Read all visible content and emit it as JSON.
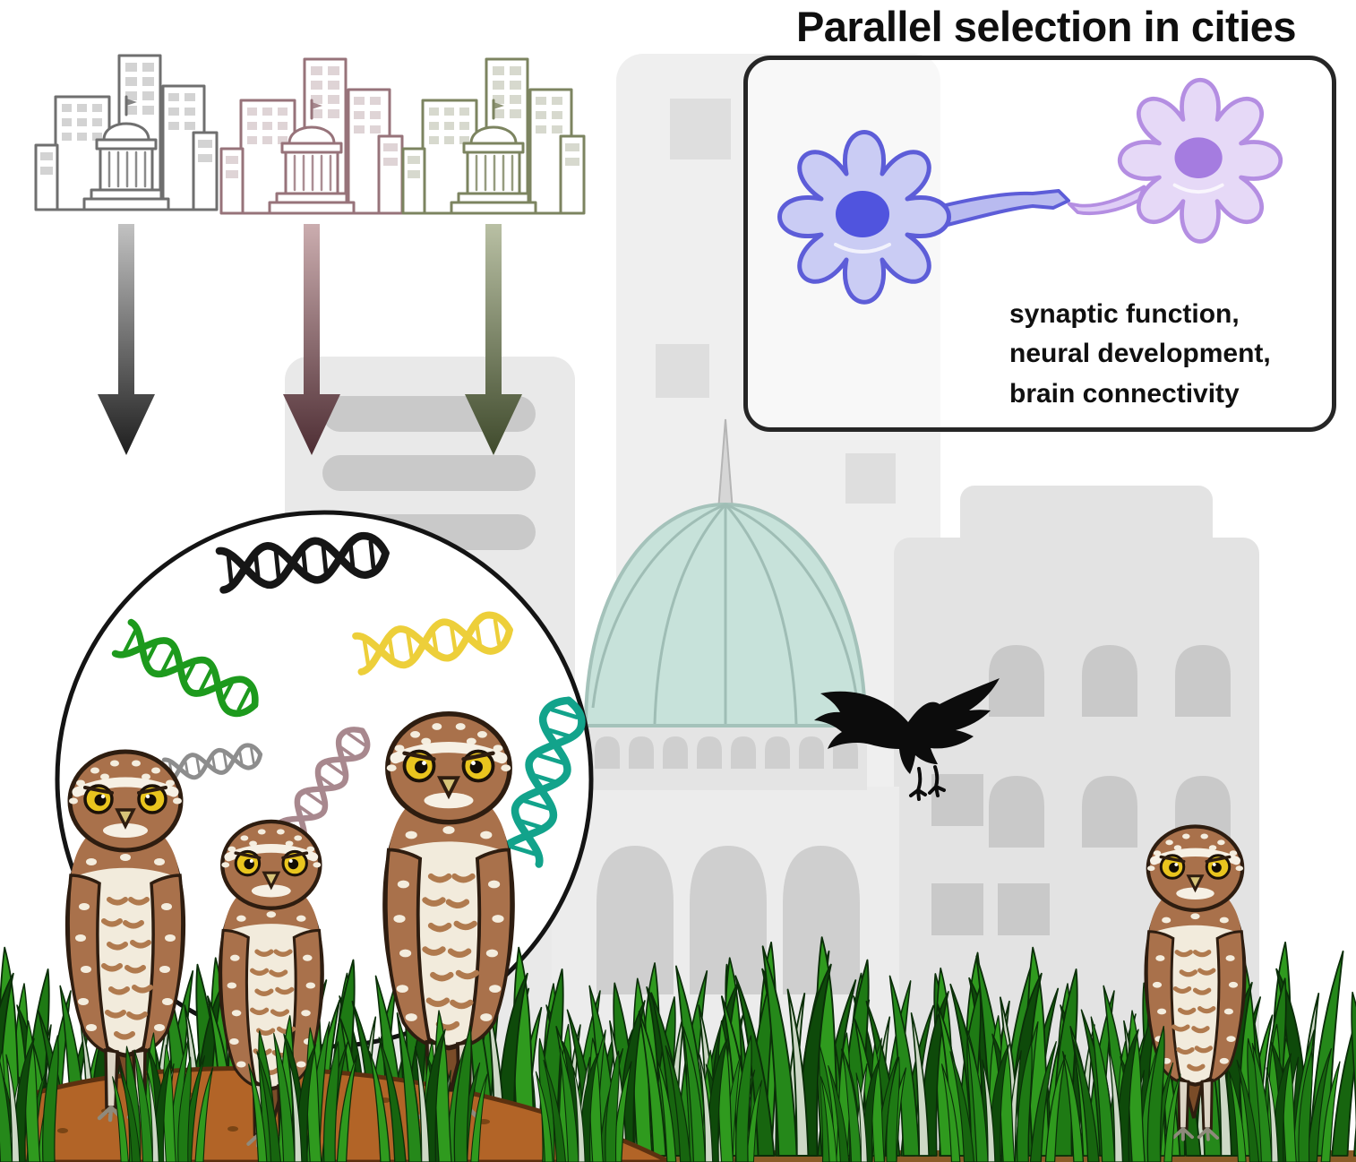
{
  "title": "Parallel selection in cities",
  "neuron_box": {
    "caption_line1": "synaptic function,",
    "caption_line2": "neural development,",
    "caption_line3": "brain connectivity"
  },
  "cities": [
    {
      "label": "city-gray",
      "color": "#6f6f6f"
    },
    {
      "label": "city-mauve",
      "color": "#97737a"
    },
    {
      "label": "city-olive",
      "color": "#7c8460"
    }
  ],
  "arrows": [
    {
      "label": "arrow-gray",
      "color_top": "#c2c2c2",
      "color_bottom": "#1e1e1e"
    },
    {
      "label": "arrow-maroon",
      "color_top": "#cbadaf",
      "color_bottom": "#4e2e34"
    },
    {
      "label": "arrow-olive",
      "color_top": "#b9c0a4",
      "color_bottom": "#3f4a2c"
    }
  ],
  "dna": [
    {
      "label": "dna-black",
      "color": "#161616"
    },
    {
      "label": "dna-green",
      "color": "#1d9a1d"
    },
    {
      "label": "dna-yellow",
      "color": "#edcf3a"
    },
    {
      "label": "dna-gray",
      "color": "#8d8d8d"
    },
    {
      "label": "dna-mauve",
      "color": "#a8888e"
    },
    {
      "label": "dna-teal",
      "color": "#12a38b"
    }
  ],
  "scene_colors": {
    "dome_teal": "#c7e2da",
    "background_building": "#ececec",
    "neuron_left_fill": "#caccf4",
    "neuron_left_stroke": "#5d5dd8",
    "neuron_right_fill": "#e6d9f7",
    "neuron_right_stroke": "#b48ee2",
    "grass_green": "#2f9a1e",
    "dirt_brown": "#b26427",
    "owl_brown": "#a9714b",
    "owl_eye_yellow": "#e9c51e",
    "bird_black": "#0c0c0c"
  },
  "owls": {
    "count": 4
  }
}
